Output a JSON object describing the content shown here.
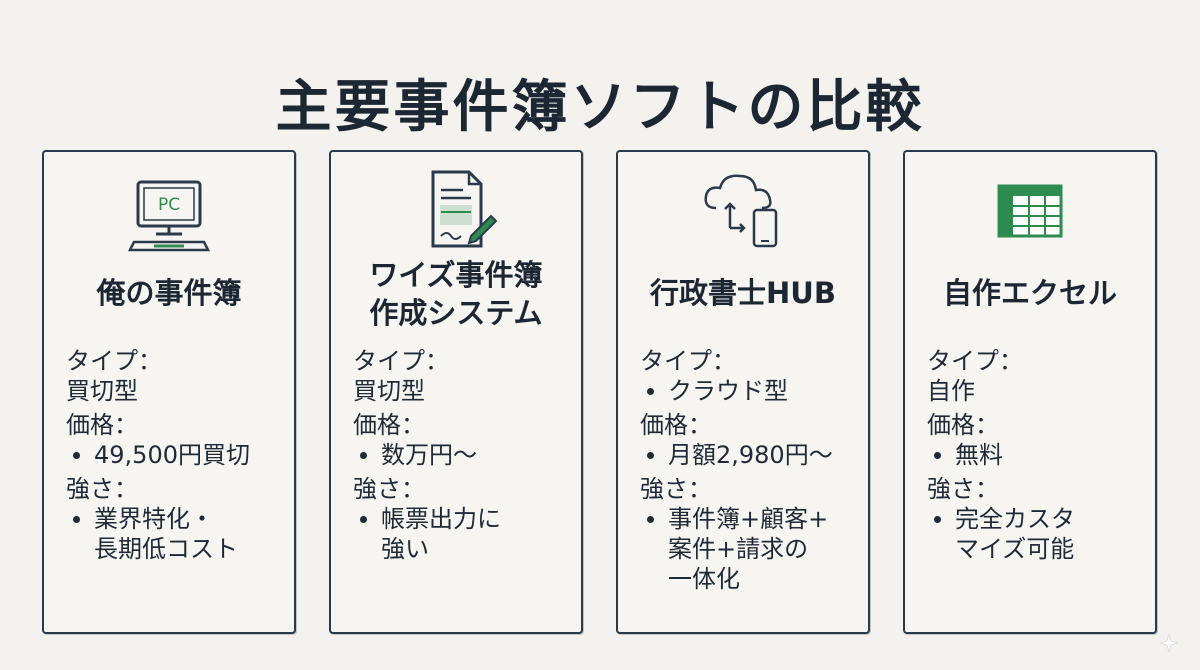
{
  "title": "主要事件簿ソフトの比較",
  "icon_colors": {
    "green": "#2e8b4f",
    "ink": "#2b3a4b"
  },
  "cards": [
    {
      "icon": "pc-monitor-icon",
      "icon_text": "PC",
      "name_lines": [
        "俺の事件簿"
      ],
      "type_label": "タイプ：",
      "type_value": "買切型",
      "price_label": "価格：",
      "price_value": "49,500円買切",
      "strength_label": "強さ：",
      "strength_lines": [
        "業界特化・",
        "長期低コスト"
      ]
    },
    {
      "icon": "document-pen-icon",
      "name_lines": [
        "ワイズ事件簿",
        "作成システム"
      ],
      "type_label": "タイプ：",
      "type_value": "買切型",
      "price_label": "価格：",
      "price_value": "数万円〜",
      "strength_label": "強さ：",
      "strength_lines": [
        "帳票出力に",
        "強い"
      ]
    },
    {
      "icon": "cloud-phone-icon",
      "name_lines": [
        "行政書士HUB"
      ],
      "type_label": "タイプ：",
      "type_value": "クラウド型",
      "price_label": "価格：",
      "price_value": "月額2,980円〜",
      "strength_label": "強さ：",
      "strength_lines": [
        "事件簿+顧客+",
        "案件+請求の",
        "一体化"
      ]
    },
    {
      "icon": "spreadsheet-icon",
      "name_lines": [
        "自作エクセル"
      ],
      "type_label": "タイプ：",
      "type_value": "自作",
      "price_label": "価格：",
      "price_value": "無料",
      "strength_label": "強さ：",
      "strength_lines": [
        "完全カスタ",
        "マイズ可能"
      ]
    }
  ]
}
